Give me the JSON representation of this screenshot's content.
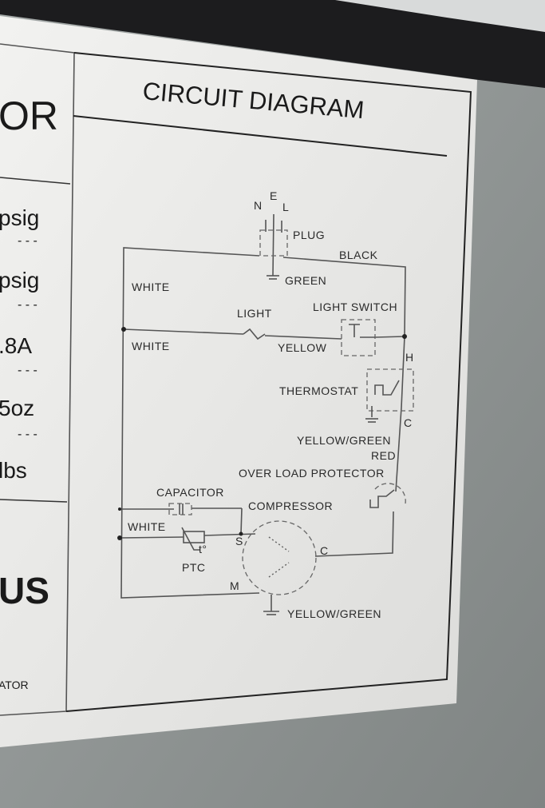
{
  "left_panel": {
    "title_fragment": "OR",
    "rows": [
      "psig",
      "psig",
      ".8A",
      "5oz",
      "lbs"
    ],
    "separator": "- - -",
    "brand_fragment": "US",
    "footer_fragment": "ATOR"
  },
  "diagram": {
    "title": "CIRCUIT DIAGRAM",
    "plug_pins": {
      "n": "N",
      "e": "E",
      "l": "L"
    },
    "labels": {
      "plug": "PLUG",
      "black": "BLACK",
      "green": "GREEN",
      "white_top": "WHITE",
      "light": "LIGHT",
      "light_switch": "LIGHT SWITCH",
      "white_mid": "WHITE",
      "yellow": "YELLOW",
      "h": "H",
      "thermostat": "THERMOSTAT",
      "c_thermo": "C",
      "yellow_green_1": "YELLOW/GREEN",
      "red": "RED",
      "overload": "OVER LOAD PROTECTOR",
      "capacitor": "CAPACITOR",
      "compressor": "COMPRESSOR",
      "white_bottom": "WHITE",
      "s": "S",
      "c_comp": "C",
      "t": "t°",
      "ptc": "PTC",
      "m": "M",
      "yellow_green_2": "YELLOW/GREEN"
    }
  }
}
